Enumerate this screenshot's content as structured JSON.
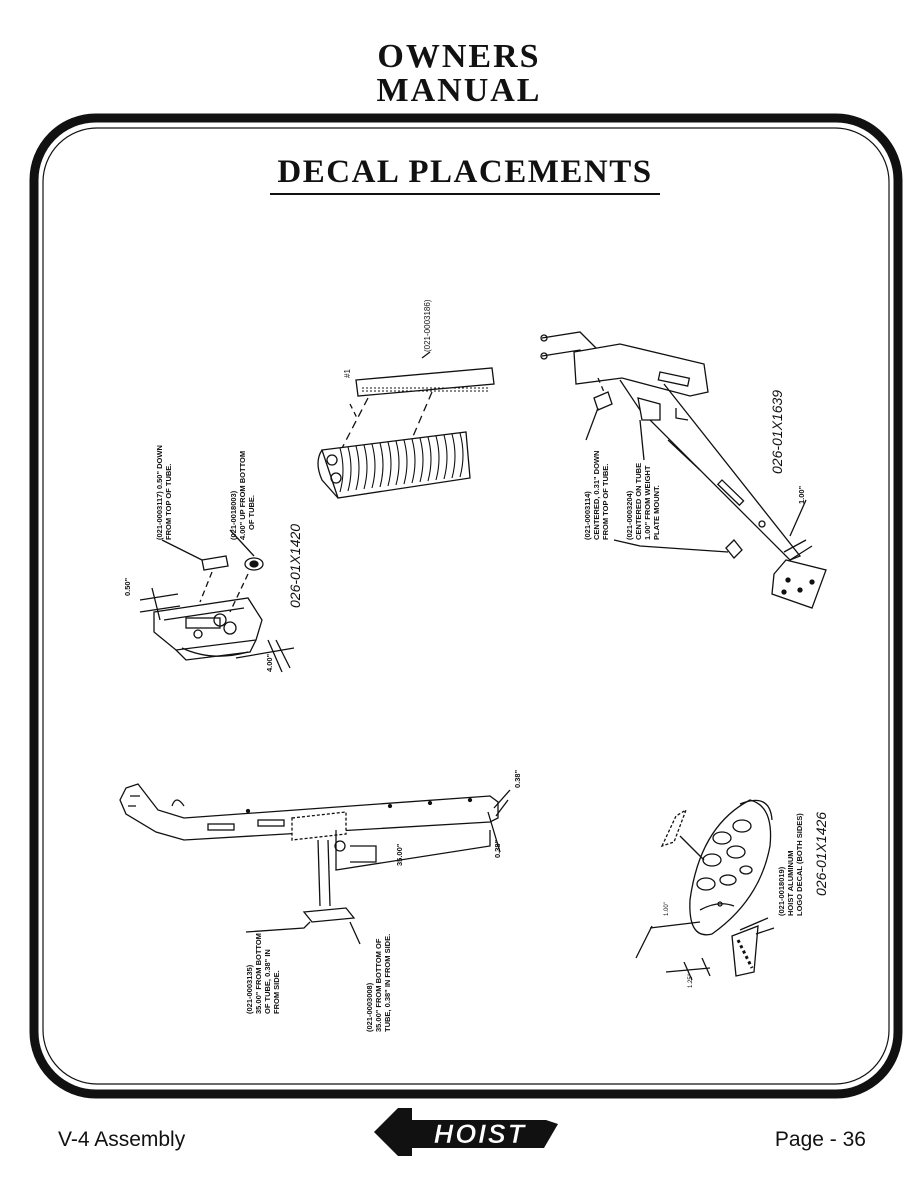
{
  "header": {
    "line1": "OWNERS",
    "line2": "MANUAL"
  },
  "section_title": "DECAL PLACEMENTS",
  "figures": {
    "weight_stack": {
      "part": "(021-0003186)",
      "tag": "#1"
    },
    "seat_assembly": {
      "id": "026-01X1420",
      "callout_a": [
        "(021-0003117) 0.50\" DOWN",
        "FROM TOP OF TUBE."
      ],
      "callout_b": [
        "(021-0018003)",
        "4.00\" UP FROM BOTTOM",
        "OF TUBE."
      ],
      "dim_a": "0.50\"",
      "dim_b": "4.00\""
    },
    "frame_assembly": {
      "id": "026-01X1639",
      "callout_a": [
        "(021-0003114)",
        "CENTERED, 0.31\" DOWN",
        "FROM TOP OF TUBE."
      ],
      "callout_b": [
        "(021-0003204)",
        "CENTERED ON TUBE",
        "1.00\" FROM WEIGHT",
        "PLATE MOUNT."
      ],
      "dim": "1.00\""
    },
    "base_assembly": {
      "callout_a": [
        "(021-0003135)",
        "35.00\" FROM BOTTOM",
        "OF TUBE, 0.38\" IN",
        "FROM SIDE."
      ],
      "callout_b": [
        "(021-0003008)",
        "35.00\" FROM BOTTOM OF",
        "TUBE, 0.38\" IN FROM SIDE."
      ],
      "dim_a": "0.38\"",
      "dim_b": "35.00\"",
      "dim_c": "0.38\""
    },
    "disc_assembly": {
      "id": "026-01X1426",
      "callout": [
        "(021-0018019)",
        "HOIST ALUMINUM",
        "LOGO DECAL (BOTH SIDES)"
      ],
      "dim_a": "1.00\"",
      "dim_b": "1.25\""
    }
  },
  "footer": {
    "left": "V-4 Assembly",
    "right": "Page - 36",
    "logo_text": "HOIST"
  }
}
